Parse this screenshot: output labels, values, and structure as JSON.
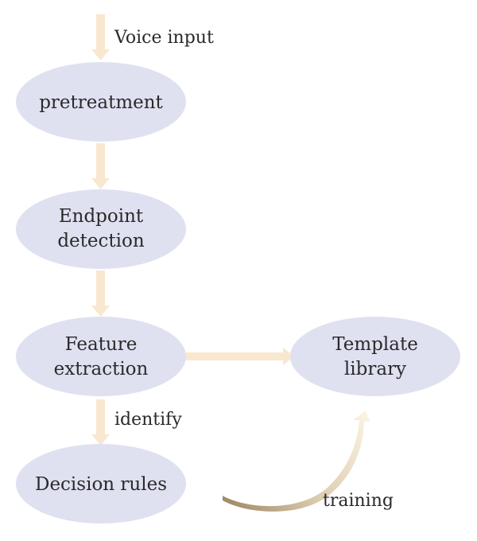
{
  "colors": {
    "node_fill": "#dfe1f1",
    "arrow": "#fae7cf",
    "curve_dark": "#a38c68",
    "text": "#2a2a2a"
  },
  "nodes": {
    "pretreatment": "pretreatment",
    "endpoint_detection": [
      "Endpoint",
      "detection"
    ],
    "feature_extraction": [
      "Feature",
      "extraction"
    ],
    "decision_rules": "Decision rules",
    "template_library": [
      "Template",
      "library"
    ]
  },
  "edges": {
    "voice_input": "Voice input",
    "identify": "identify",
    "training": "training"
  }
}
